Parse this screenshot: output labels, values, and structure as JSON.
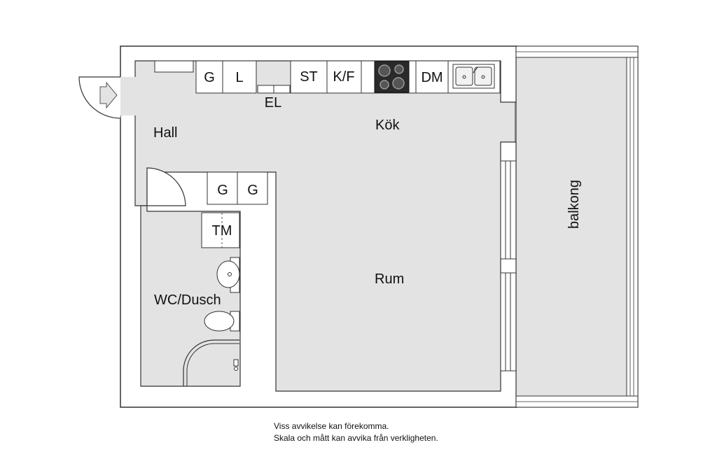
{
  "rooms": {
    "hall": "Hall",
    "kitchen": "Kök",
    "room": "Rum",
    "bathroom": "WC/Dusch",
    "balcony": "balkong"
  },
  "appliances": {
    "wardrobe_1": "G",
    "linen": "L",
    "electric": "EL",
    "stove": "ST",
    "fridge_freezer": "K/F",
    "dishwasher": "DM",
    "wardrobe_2": "G",
    "wardrobe_3": "G",
    "washer": "TM"
  },
  "notes": {
    "line1": "Viss avvikelse kan förekomma.",
    "line2": "Skala och mått kan avvika från verkligheten."
  }
}
